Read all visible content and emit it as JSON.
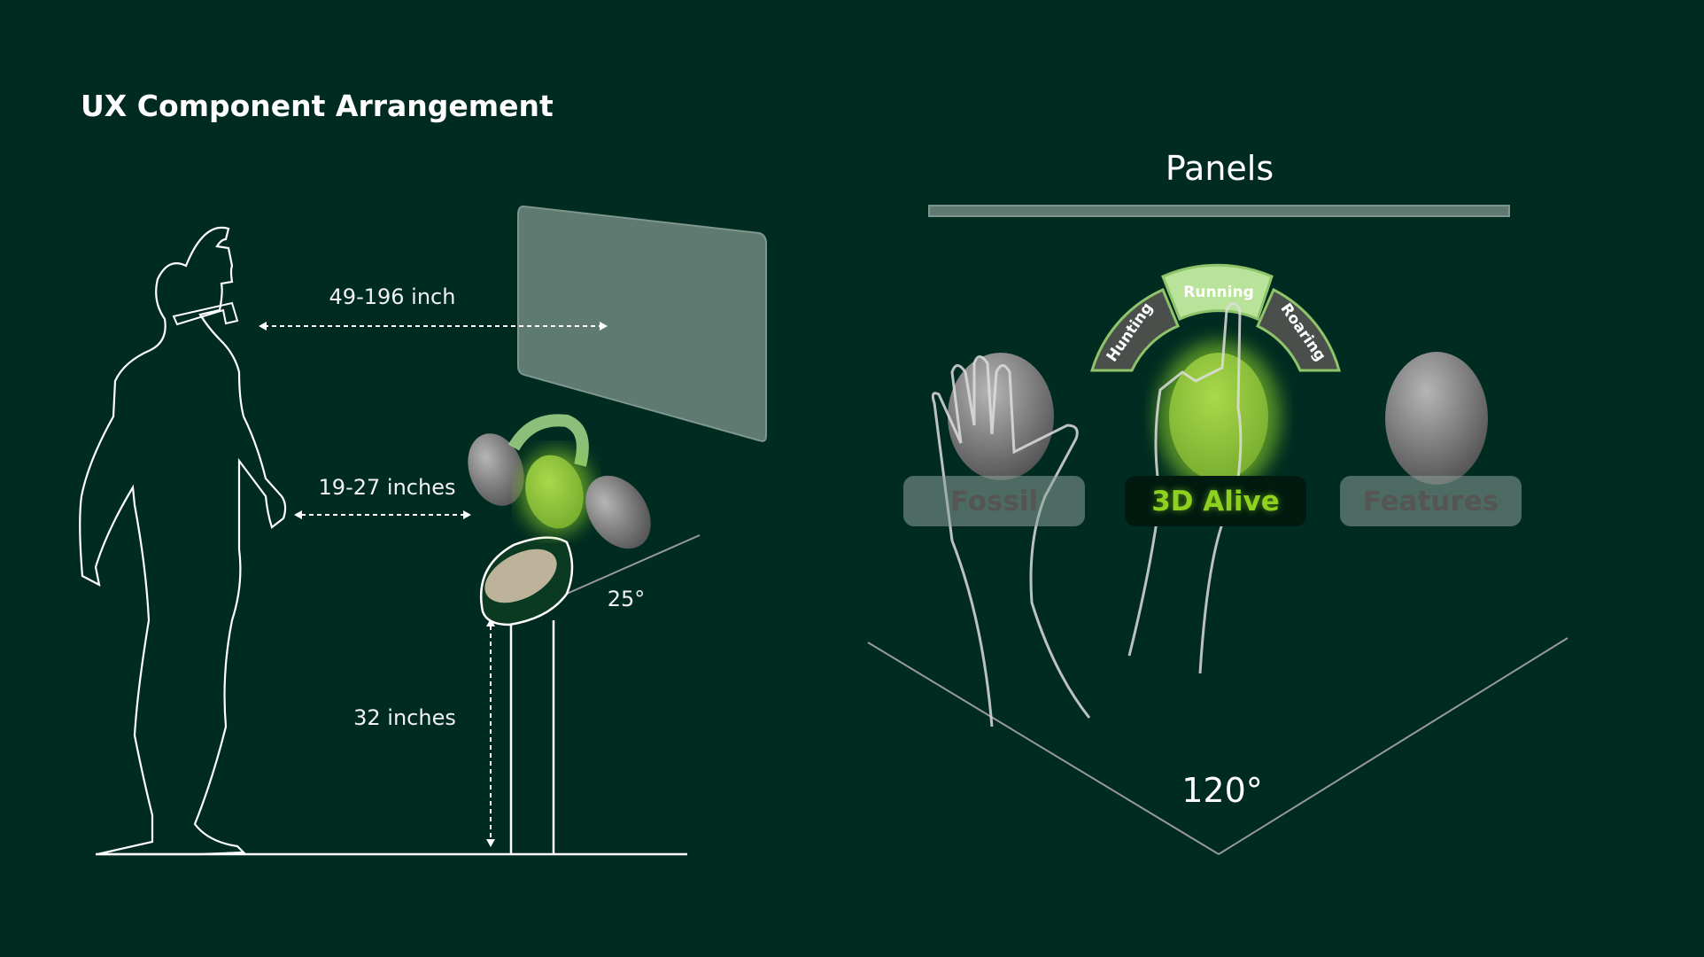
{
  "title": "UX Component Arrangement",
  "left_diagram": {
    "screen_distance": "49-196 inch",
    "console_distance": "19-27 inches",
    "stand_height": "32 inches",
    "tilt_angle": "25°"
  },
  "right_diagram": {
    "heading": "Panels",
    "arc_menu": [
      "Hunting",
      "Running",
      "Roaring"
    ],
    "active_arc_item": "Running",
    "buttons": [
      {
        "label": "Fossil",
        "state": "inactive"
      },
      {
        "label": "3D Alive",
        "state": "active"
      },
      {
        "label": "Features",
        "state": "inactive"
      }
    ],
    "field_of_view": "120°"
  },
  "colors": {
    "background": "#002b21",
    "accent": "#8ed21f",
    "panel": "#5f7a70"
  }
}
